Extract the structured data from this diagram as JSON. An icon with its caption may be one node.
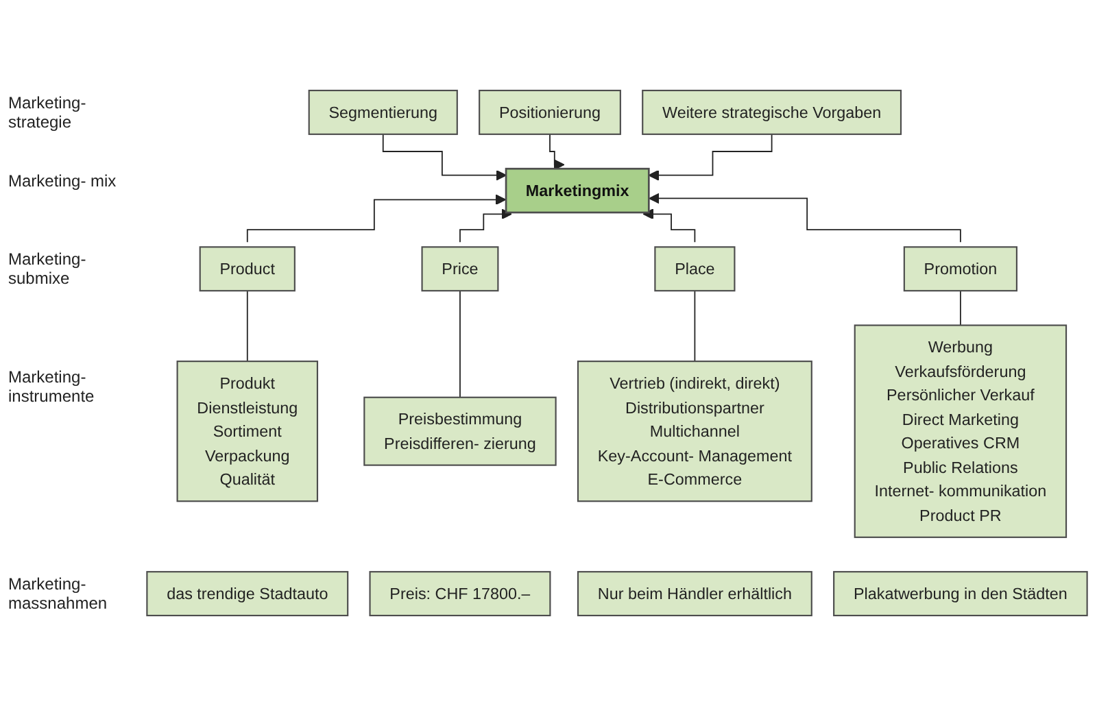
{
  "diagram": {
    "nodes": [
      {
        "text": [
          "Segmentierung"
        ]
      },
      {
        "text": [
          "Positionierung"
        ]
      },
      {
        "text": [
          "Weitere strategische Vorgaben"
        ]
      },
      {
        "text": [
          "Marketingmix"
        ]
      },
      {
        "text": [
          "Product"
        ]
      },
      {
        "text": [
          "Price"
        ]
      },
      {
        "text": [
          "Place"
        ]
      },
      {
        "text": [
          "Promotion"
        ]
      },
      {
        "text": [
          "Produkt",
          "Dienstleistung",
          "Sortiment",
          "Verpackung",
          "Qualität"
        ]
      },
      {
        "text": [
          "Preisbestimmung",
          "Preisdifferen- zierung"
        ]
      },
      {
        "text": [
          "Vertrieb (indirekt, direkt)",
          "Distributionspartner",
          "Multichannel",
          "Key-Account- Management",
          "E-Commerce"
        ]
      },
      {
        "text": [
          "Werbung",
          "Verkaufsförderung",
          "Persönlicher Verkauf",
          "Direct Marketing",
          "Operatives CRM",
          "Public Relations",
          "Internet- kommunikation",
          "Product PR"
        ]
      },
      {
        "text": [
          "das trendige Stadtauto"
        ]
      },
      {
        "text": [
          "Preis: CHF 17800.–"
        ]
      },
      {
        "text": [
          "Nur beim Händler erhältlich"
        ]
      },
      {
        "text": [
          "Plakatwerbung in den Städten"
        ]
      }
    ],
    "edges": [
      {
        "from": 0,
        "to": 3,
        "arrow": "to"
      },
      {
        "from": 1,
        "to": 3,
        "arrow": "to"
      },
      {
        "from": 2,
        "to": 3,
        "arrow": "to"
      },
      {
        "from": 4,
        "to": 3,
        "arrow": "to"
      },
      {
        "from": 5,
        "to": 3,
        "arrow": "to"
      },
      {
        "from": 6,
        "to": 3,
        "arrow": "to"
      },
      {
        "from": 7,
        "to": 3,
        "arrow": "to"
      },
      {
        "from": 4,
        "to": 8,
        "arrow": "none"
      },
      {
        "from": 5,
        "to": 9,
        "arrow": "none"
      },
      {
        "from": 6,
        "to": 10,
        "arrow": "none"
      },
      {
        "from": 7,
        "to": 11,
        "arrow": "none"
      }
    ],
    "labels": [
      "Marketing- strategie",
      "Marketing- mix",
      "Marketing- submixe",
      "Marketing- instrumente",
      "Marketing- massnahmen"
    ]
  }
}
